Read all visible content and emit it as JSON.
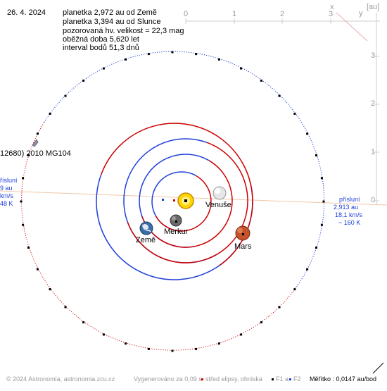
{
  "header": {
    "date": "26. 4. 2024",
    "info_lines": [
      "planetka 2,972 au od Země",
      "planetka 3,394 au od Slunce",
      "pozorovaná hv. velikost = 22,3 mag",
      "oběžná doba 5,620 let",
      "interval bodů 51,3 dnů"
    ]
  },
  "axes": {
    "x_label": "x",
    "y_label": "y",
    "unit": "[au]",
    "x_ticks": [
      "0",
      "1",
      "2",
      "3"
    ],
    "y_ticks": [
      "0",
      "1",
      "2",
      "3"
    ]
  },
  "asteroid": {
    "name": "12680) 2010 MG104"
  },
  "planets": [
    {
      "name": "Venuše",
      "color": "#d8d8d8"
    },
    {
      "name": "Merkur",
      "color": "#555555"
    },
    {
      "name": "Země",
      "color": "#3a6ea8"
    },
    {
      "name": "Mars",
      "color": "#c4522a"
    }
  ],
  "perihelion": {
    "title": "přísluní",
    "distance": "2,913 au",
    "speed": "18,1 km/s",
    "temp": "~ 160 K"
  },
  "aphelion_partial": {
    "title": "řísluní",
    "distance": "9 au",
    "speed": "km/s",
    "temp": "48 K"
  },
  "footer": {
    "copyright": "© 2024 Astronomia, astronomia.zcu.cz",
    "generated": "Vygenerováno za 0,09 s",
    "legend_center": "střed elipsy, ohniska",
    "legend_f1": "F1 a",
    "legend_f2": "F2",
    "scale": "Měřítko : 0,0147 au/bod"
  },
  "colors": {
    "orbit_blue": "#1f3fd8",
    "orbit_red": "#cc0000",
    "asteroid_blue": "#1f3fd8",
    "asteroid_red": "#cc1111",
    "apsis_line": "#f0c8a8",
    "sun": "#ffd400"
  }
}
